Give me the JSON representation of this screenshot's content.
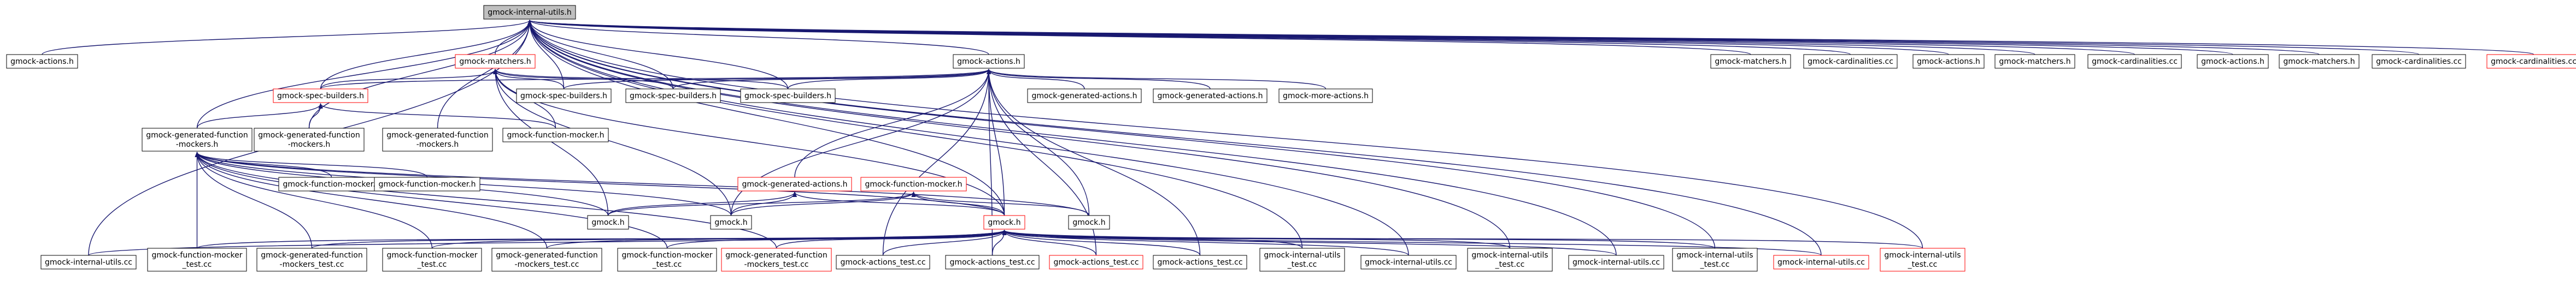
{
  "graph": {
    "nodes": [
      {
        "id": "root",
        "lines": [
          "gmock-internal-utils.h"
        ],
        "style": "current"
      },
      {
        "id": "n_actions_h_l",
        "lines": [
          "gmock-actions.h"
        ]
      },
      {
        "id": "n_matchers_red",
        "lines": [
          "gmock-matchers.h"
        ],
        "style": "red"
      },
      {
        "id": "n_actions_mid",
        "lines": [
          "gmock-actions.h"
        ]
      },
      {
        "id": "n_spec_red",
        "lines": [
          "gmock-spec-builders.h"
        ],
        "style": "red"
      },
      {
        "id": "n_spec1",
        "lines": [
          "gmock-spec-builders.h"
        ]
      },
      {
        "id": "n_spec2",
        "lines": [
          "gmock-spec-builders.h"
        ]
      },
      {
        "id": "n_spec3",
        "lines": [
          "gmock-spec-builders.h"
        ]
      },
      {
        "id": "n_gen_actions1",
        "lines": [
          "gmock-generated-actions.h"
        ]
      },
      {
        "id": "n_gen_actions2",
        "lines": [
          "gmock-generated-actions.h"
        ]
      },
      {
        "id": "n_more_actions",
        "lines": [
          "gmock-more-actions.h"
        ]
      },
      {
        "id": "n_matchers_r1",
        "lines": [
          "gmock-matchers.h"
        ]
      },
      {
        "id": "n_card1",
        "lines": [
          "gmock-cardinalities.cc"
        ]
      },
      {
        "id": "n_actions_r1",
        "lines": [
          "gmock-actions.h"
        ]
      },
      {
        "id": "n_matchers_r2",
        "lines": [
          "gmock-matchers.h"
        ]
      },
      {
        "id": "n_card2",
        "lines": [
          "gmock-cardinalities.cc"
        ]
      },
      {
        "id": "n_actions_r2",
        "lines": [
          "gmock-actions.h"
        ]
      },
      {
        "id": "n_matchers_r3",
        "lines": [
          "gmock-matchers.h"
        ]
      },
      {
        "id": "n_card3",
        "lines": [
          "gmock-cardinalities.cc"
        ]
      },
      {
        "id": "n_card_red",
        "lines": [
          "gmock-cardinalities.cc"
        ],
        "style": "red"
      },
      {
        "id": "n_gfm_main",
        "lines": [
          "gmock-generated-function",
          "-mockers.h"
        ]
      },
      {
        "id": "n_gfm_b",
        "lines": [
          "gmock-generated-function",
          "-mockers.h"
        ]
      },
      {
        "id": "n_gfm_c",
        "lines": [
          "gmock-generated-function",
          "-mockers.h"
        ]
      },
      {
        "id": "n_fm_top",
        "lines": [
          "gmock-function-mocker.h"
        ]
      },
      {
        "id": "n_fm_a",
        "lines": [
          "gmock-function-mocker.h"
        ]
      },
      {
        "id": "n_fm_b",
        "lines": [
          "gmock-function-mocker.h"
        ]
      },
      {
        "id": "n_gen_actions_red",
        "lines": [
          "gmock-generated-actions.h"
        ],
        "style": "red"
      },
      {
        "id": "n_fm_red",
        "lines": [
          "gmock-function-mocker.h"
        ],
        "style": "red"
      },
      {
        "id": "n_gmock_a",
        "lines": [
          "gmock.h"
        ]
      },
      {
        "id": "n_gmock_b",
        "lines": [
          "gmock.h"
        ]
      },
      {
        "id": "n_gmock_red",
        "lines": [
          "gmock.h"
        ],
        "style": "red"
      },
      {
        "id": "n_gmock_c",
        "lines": [
          "gmock.h"
        ]
      },
      {
        "id": "b_iu1",
        "lines": [
          "gmock-internal-utils.cc"
        ]
      },
      {
        "id": "b_fmt1",
        "lines": [
          "gmock-function-mocker",
          "_test.cc"
        ]
      },
      {
        "id": "b_gfmt1",
        "lines": [
          "gmock-generated-function",
          "-mockers_test.cc"
        ]
      },
      {
        "id": "b_fmt2",
        "lines": [
          "gmock-function-mocker",
          "_test.cc"
        ]
      },
      {
        "id": "b_gfmt2",
        "lines": [
          "gmock-generated-function",
          "-mockers_test.cc"
        ]
      },
      {
        "id": "b_fmt3",
        "lines": [
          "gmock-function-mocker",
          "_test.cc"
        ]
      },
      {
        "id": "b_gfmt_red",
        "lines": [
          "gmock-generated-function",
          "-mockers_test.cc"
        ],
        "style": "red"
      },
      {
        "id": "b_at1",
        "lines": [
          "gmock-actions_test.cc"
        ]
      },
      {
        "id": "b_at2",
        "lines": [
          "gmock-actions_test.cc"
        ]
      },
      {
        "id": "b_at_red",
        "lines": [
          "gmock-actions_test.cc"
        ],
        "style": "red"
      },
      {
        "id": "b_at3",
        "lines": [
          "gmock-actions_test.cc"
        ]
      },
      {
        "id": "b_iut1",
        "lines": [
          "gmock-internal-utils",
          "_test.cc"
        ]
      },
      {
        "id": "b_iu2",
        "lines": [
          "gmock-internal-utils.cc"
        ]
      },
      {
        "id": "b_iut2",
        "lines": [
          "gmock-internal-utils",
          "_test.cc"
        ]
      },
      {
        "id": "b_iu3",
        "lines": [
          "gmock-internal-utils.cc"
        ]
      },
      {
        "id": "b_iut3",
        "lines": [
          "gmock-internal-utils",
          "_test.cc"
        ]
      },
      {
        "id": "b_iu_red",
        "lines": [
          "gmock-internal-utils.cc"
        ],
        "style": "red"
      },
      {
        "id": "b_iut_red",
        "lines": [
          "gmock-internal-utils",
          "_test.cc"
        ],
        "style": "red"
      }
    ],
    "edges": [
      [
        "n_actions_h_l",
        "root"
      ],
      [
        "n_matchers_red",
        "root"
      ],
      [
        "n_actions_mid",
        "root"
      ],
      [
        "n_spec_red",
        "root"
      ],
      [
        "n_spec1",
        "root"
      ],
      [
        "n_spec2",
        "root"
      ],
      [
        "n_spec3",
        "root"
      ],
      [
        "n_matchers_r1",
        "root"
      ],
      [
        "n_card1",
        "root"
      ],
      [
        "n_actions_r1",
        "root"
      ],
      [
        "n_matchers_r2",
        "root"
      ],
      [
        "n_card2",
        "root"
      ],
      [
        "n_actions_r2",
        "root"
      ],
      [
        "n_matchers_r3",
        "root"
      ],
      [
        "n_card3",
        "root"
      ],
      [
        "n_card_red",
        "root"
      ],
      [
        "n_gfm_main",
        "root"
      ],
      [
        "n_gfm_b",
        "root"
      ],
      [
        "n_gfm_c",
        "root"
      ],
      [
        "n_gmock_red",
        "root"
      ],
      [
        "b_iu1",
        "root"
      ],
      [
        "b_iut1",
        "root"
      ],
      [
        "b_iu2",
        "root"
      ],
      [
        "b_iut2",
        "root"
      ],
      [
        "b_iu3",
        "root"
      ],
      [
        "b_iut3",
        "root"
      ],
      [
        "b_iu_red",
        "root"
      ],
      [
        "b_iut_red",
        "root"
      ],
      [
        "n_spec_red",
        "n_matchers_red"
      ],
      [
        "n_spec1",
        "n_matchers_red"
      ],
      [
        "n_spec2",
        "n_matchers_red"
      ],
      [
        "n_spec3",
        "n_matchers_red"
      ],
      [
        "n_fm_top",
        "n_matchers_red"
      ],
      [
        "n_gmock_a",
        "n_matchers_red"
      ],
      [
        "n_gmock_b",
        "n_matchers_red"
      ],
      [
        "n_gmock_red",
        "n_matchers_red"
      ],
      [
        "n_spec_red",
        "n_actions_mid"
      ],
      [
        "n_spec1",
        "n_actions_mid"
      ],
      [
        "n_spec2",
        "n_actions_mid"
      ],
      [
        "n_spec3",
        "n_actions_mid"
      ],
      [
        "n_gen_actions1",
        "n_actions_mid"
      ],
      [
        "n_gen_actions2",
        "n_actions_mid"
      ],
      [
        "n_more_actions",
        "n_actions_mid"
      ],
      [
        "n_gen_actions_red",
        "n_actions_mid"
      ],
      [
        "n_gmock_b",
        "n_actions_mid"
      ],
      [
        "n_gmock_red",
        "n_actions_mid"
      ],
      [
        "n_gmock_c",
        "n_actions_mid"
      ],
      [
        "b_at1",
        "n_actions_mid"
      ],
      [
        "b_at2",
        "n_actions_mid"
      ],
      [
        "b_at_red",
        "n_actions_mid"
      ],
      [
        "b_at3",
        "n_actions_mid"
      ],
      [
        "n_gfm_main",
        "n_spec_red"
      ],
      [
        "n_gfm_b",
        "n_spec_red"
      ],
      [
        "n_fm_top",
        "n_spec_red"
      ],
      [
        "n_fm_a",
        "n_gfm_main"
      ],
      [
        "n_fm_b",
        "n_gfm_main"
      ],
      [
        "n_gmock_a",
        "n_gfm_main"
      ],
      [
        "n_gmock_b",
        "n_gfm_main"
      ],
      [
        "n_gmock_red",
        "n_gfm_main"
      ],
      [
        "n_gmock_c",
        "n_gfm_main"
      ],
      [
        "b_fmt1",
        "n_gfm_main"
      ],
      [
        "b_gfmt1",
        "n_gfm_main"
      ],
      [
        "b_fmt2",
        "n_gfm_main"
      ],
      [
        "b_gfmt2",
        "n_gfm_main"
      ],
      [
        "b_fmt3",
        "n_gfm_main"
      ],
      [
        "b_gfmt_red",
        "n_gfm_main"
      ],
      [
        "n_gmock_a",
        "n_gen_actions_red"
      ],
      [
        "n_gmock_b",
        "n_gen_actions_red"
      ],
      [
        "n_gmock_red",
        "n_gen_actions_red"
      ],
      [
        "n_gmock_a",
        "n_fm_red"
      ],
      [
        "n_gmock_b",
        "n_fm_red"
      ],
      [
        "n_gmock_red",
        "n_fm_red"
      ],
      [
        "n_gmock_c",
        "n_fm_red"
      ],
      [
        "b_iu1",
        "n_gmock_red"
      ],
      [
        "b_fmt1",
        "n_gmock_red"
      ],
      [
        "b_gfmt1",
        "n_gmock_red"
      ],
      [
        "b_fmt2",
        "n_gmock_red"
      ],
      [
        "b_gfmt2",
        "n_gmock_red"
      ],
      [
        "b_fmt3",
        "n_gmock_red"
      ],
      [
        "b_gfmt_red",
        "n_gmock_red"
      ],
      [
        "b_at1",
        "n_gmock_red"
      ],
      [
        "b_at2",
        "n_gmock_red"
      ],
      [
        "b_at_red",
        "n_gmock_red"
      ],
      [
        "b_at3",
        "n_gmock_red"
      ],
      [
        "b_iut1",
        "n_gmock_red"
      ],
      [
        "b_iu2",
        "n_gmock_red"
      ],
      [
        "b_iut2",
        "n_gmock_red"
      ],
      [
        "b_iu3",
        "n_gmock_red"
      ],
      [
        "b_iut3",
        "n_gmock_red"
      ],
      [
        "b_iu_red",
        "n_gmock_red"
      ],
      [
        "b_iut_red",
        "n_gmock_red"
      ]
    ]
  }
}
